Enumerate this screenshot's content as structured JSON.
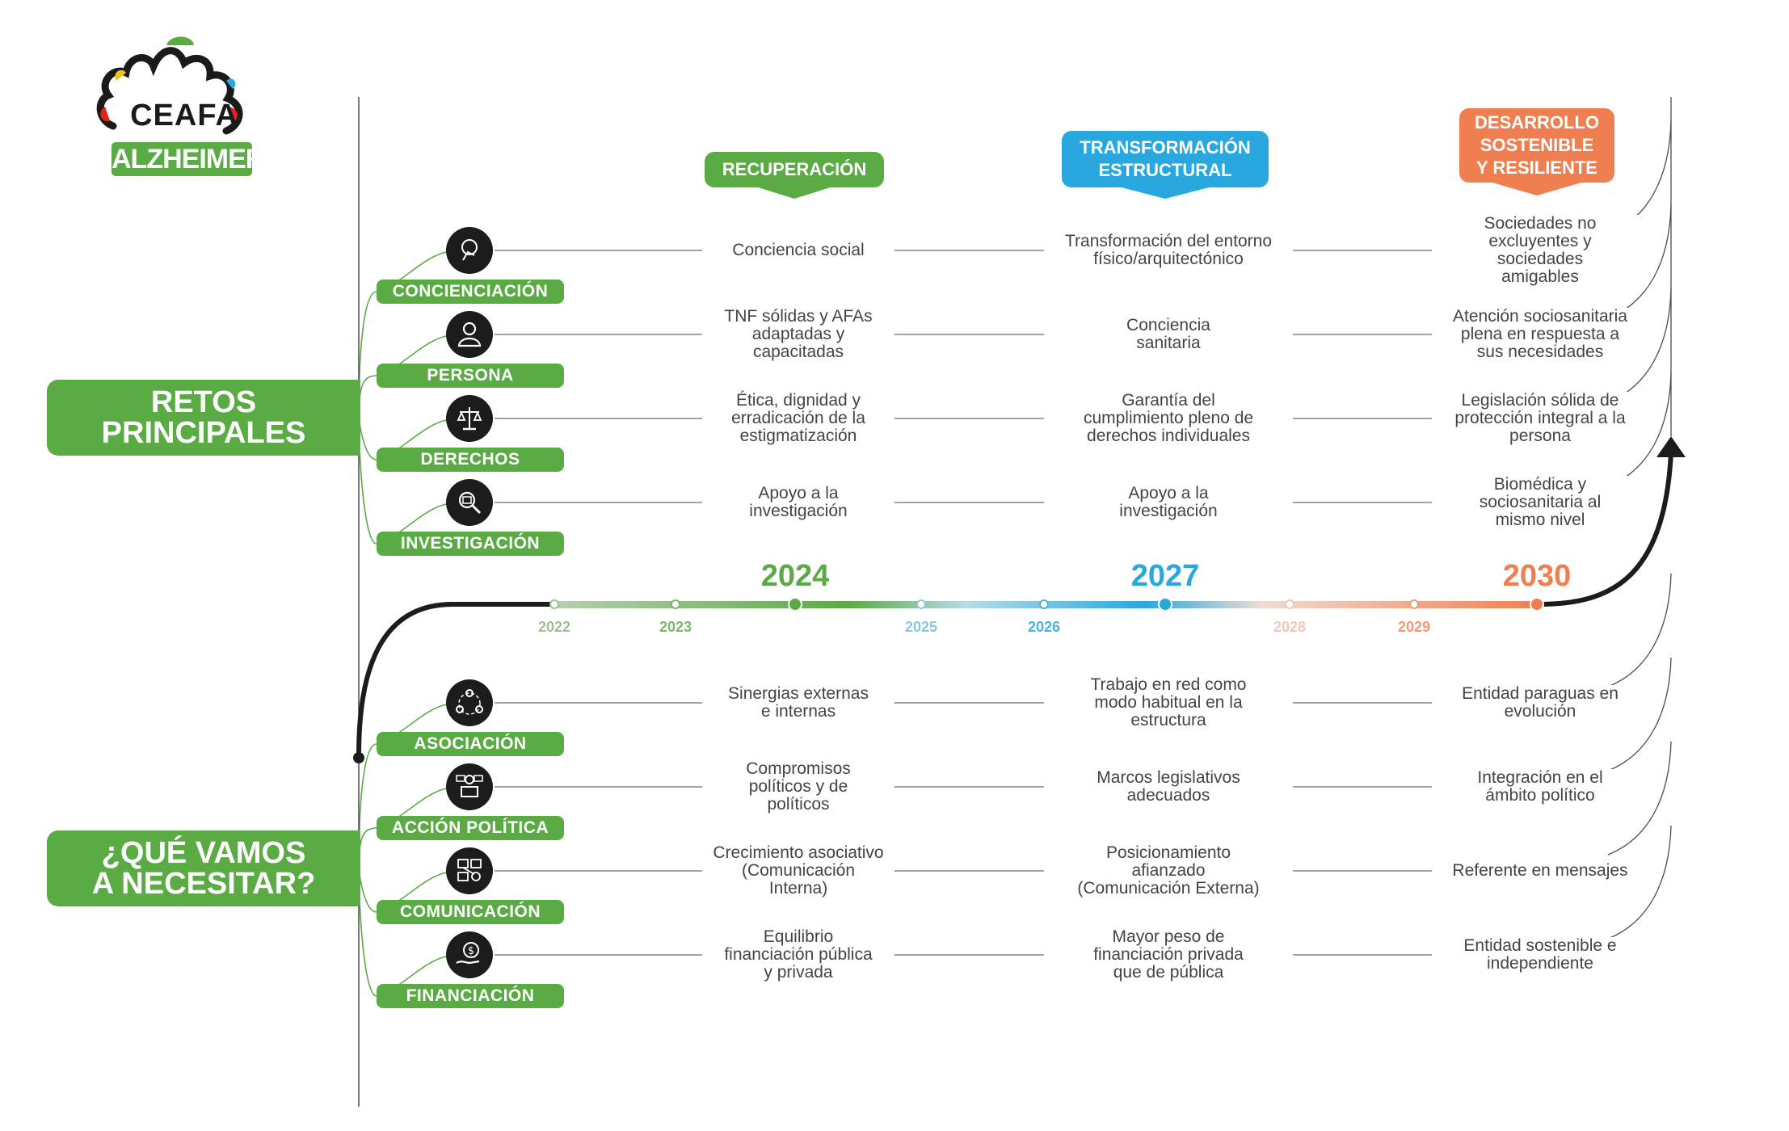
{
  "logo": {
    "word": "CEAFA",
    "sub": "ALZHEIMER"
  },
  "side_labels": {
    "retos": [
      "RETOS",
      "PRINCIPALES"
    ],
    "necesitar": [
      "¿QUÉ VAMOS",
      "A NECESITAR?"
    ]
  },
  "phases": {
    "recuperacion": [
      "RECUPERACIÓN"
    ],
    "transformacion": [
      "TRANSFORMACIÓN",
      "ESTRUCTURAL"
    ],
    "desarrollo": [
      "DESARROLLO",
      "SOSTENIBLE",
      "Y RESILIENTE"
    ]
  },
  "colors": {
    "green": "#5bab45",
    "blue": "#29a8df",
    "orange": "#ef7f50",
    "dark": "#1c1c1c"
  },
  "retos_rows": [
    {
      "label": "CONCIENCIACIÓN",
      "icon": "awareness-icon",
      "c1": [
        "Conciencia social"
      ],
      "c2": [
        "Transformación del entorno",
        "físico/arquitectónico"
      ],
      "c3": [
        "Sociedades no",
        "excluyentes y",
        "sociedades",
        "amigables"
      ]
    },
    {
      "label": "PERSONA",
      "icon": "person-icon",
      "c1": [
        "TNF sólidas y AFAs",
        "adaptadas y",
        "capacitadas"
      ],
      "c2": [
        "Conciencia",
        "sanitaria"
      ],
      "c3": [
        "Atención sociosanitaria",
        "plena en respuesta a",
        "sus necesidades"
      ]
    },
    {
      "label": "DERECHOS",
      "icon": "justice-icon",
      "c1": [
        "Ética, dignidad y",
        "erradicación de la",
        "estigmatización"
      ],
      "c2": [
        "Garantía del",
        "cumplimiento pleno de",
        "derechos individuales"
      ],
      "c3": [
        "Legislación sólida de",
        "protección integral a la",
        "persona"
      ]
    },
    {
      "label": "INVESTIGACIÓN",
      "icon": "research-icon",
      "c1": [
        "Apoyo a la",
        "investigación"
      ],
      "c2": [
        "Apoyo a la",
        "investigación"
      ],
      "c3": [
        "Biomédica y",
        "sociosanitaria al",
        "mismo nivel"
      ]
    }
  ],
  "necesitar_rows": [
    {
      "label": "ASOCIACIÓN",
      "icon": "network-icon",
      "c1": [
        "Sinergias externas",
        "e internas"
      ],
      "c2": [
        "Trabajo en red como",
        "modo habitual en la",
        "estructura"
      ],
      "c3": [
        "Entidad paraguas en",
        "evolución"
      ]
    },
    {
      "label": "ACCIÓN POLÍTICA",
      "icon": "politics-icon",
      "c1": [
        "Compromisos",
        "políticos y de",
        "políticos"
      ],
      "c2": [
        "Marcos legislativos",
        "adecuados"
      ],
      "c3": [
        "Integración en el",
        "ámbito político"
      ]
    },
    {
      "label": "COMUNICACIÓN",
      "icon": "communication-icon",
      "c1": [
        "Crecimiento asociativo",
        "(Comunicación",
        "Interna)"
      ],
      "c2": [
        "Posicionamiento",
        "afianzado",
        "(Comunicación Externa)"
      ],
      "c3": [
        "Referente en mensajes"
      ]
    },
    {
      "label": "FINANCIACIÓN",
      "icon": "finance-icon",
      "c1": [
        "Equilibrio",
        "financiación pública",
        "y privada"
      ],
      "c2": [
        "Mayor peso de",
        "financiación privada",
        "que de pública"
      ],
      "c3": [
        "Entidad sostenible e",
        "independiente"
      ]
    }
  ],
  "timeline": {
    "big_years": [
      {
        "label": "2024",
        "color": "#5bab45"
      },
      {
        "label": "2027",
        "color": "#29a8df"
      },
      {
        "label": "2030",
        "color": "#ef7f50"
      }
    ],
    "small_years": [
      {
        "label": "2022",
        "color": "#9fbf94"
      },
      {
        "label": "2023",
        "color": "#7db56c"
      },
      {
        "label": "2025",
        "color": "#8cc6dc"
      },
      {
        "label": "2026",
        "color": "#4fb1d9"
      },
      {
        "label": "2028",
        "color": "#ecc9bb"
      },
      {
        "label": "2029",
        "color": "#ef9a76"
      }
    ]
  }
}
